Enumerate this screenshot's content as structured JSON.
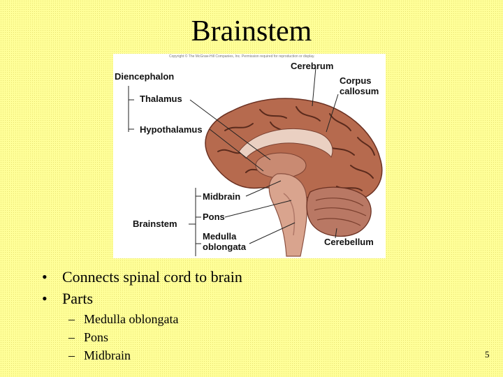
{
  "slide": {
    "title": "Brainstem",
    "page_number": "5"
  },
  "figure": {
    "copyright": "Copyright © The McGraw-Hill Companies, Inc. Permission required for reproduction or display.",
    "labels": {
      "diencephalon": "Diencephalon",
      "thalamus": "Thalamus",
      "hypothalamus": "Hypothalamus",
      "cerebrum": "Cerebrum",
      "corpus_callosum_1": "Corpus",
      "corpus_callosum_2": "callosum",
      "midbrain": "Midbrain",
      "pons": "Pons",
      "brainstem": "Brainstem",
      "medulla_1": "Medulla",
      "medulla_2": "oblongata",
      "cerebellum": "Cerebellum"
    }
  },
  "bullets": [
    "Connects spinal cord to brain",
    "Parts"
  ],
  "sub_bullets": [
    "Medulla oblongata",
    "Pons",
    "Midbrain"
  ],
  "markers": {
    "bullet": "•",
    "dash": "–"
  },
  "colors": {
    "background": "#ffff99",
    "cerebrum": "#b66a4e",
    "sulci": "#5a2a1c",
    "brainstem": "#d9a48e",
    "cerebellum": "#b97864"
  }
}
